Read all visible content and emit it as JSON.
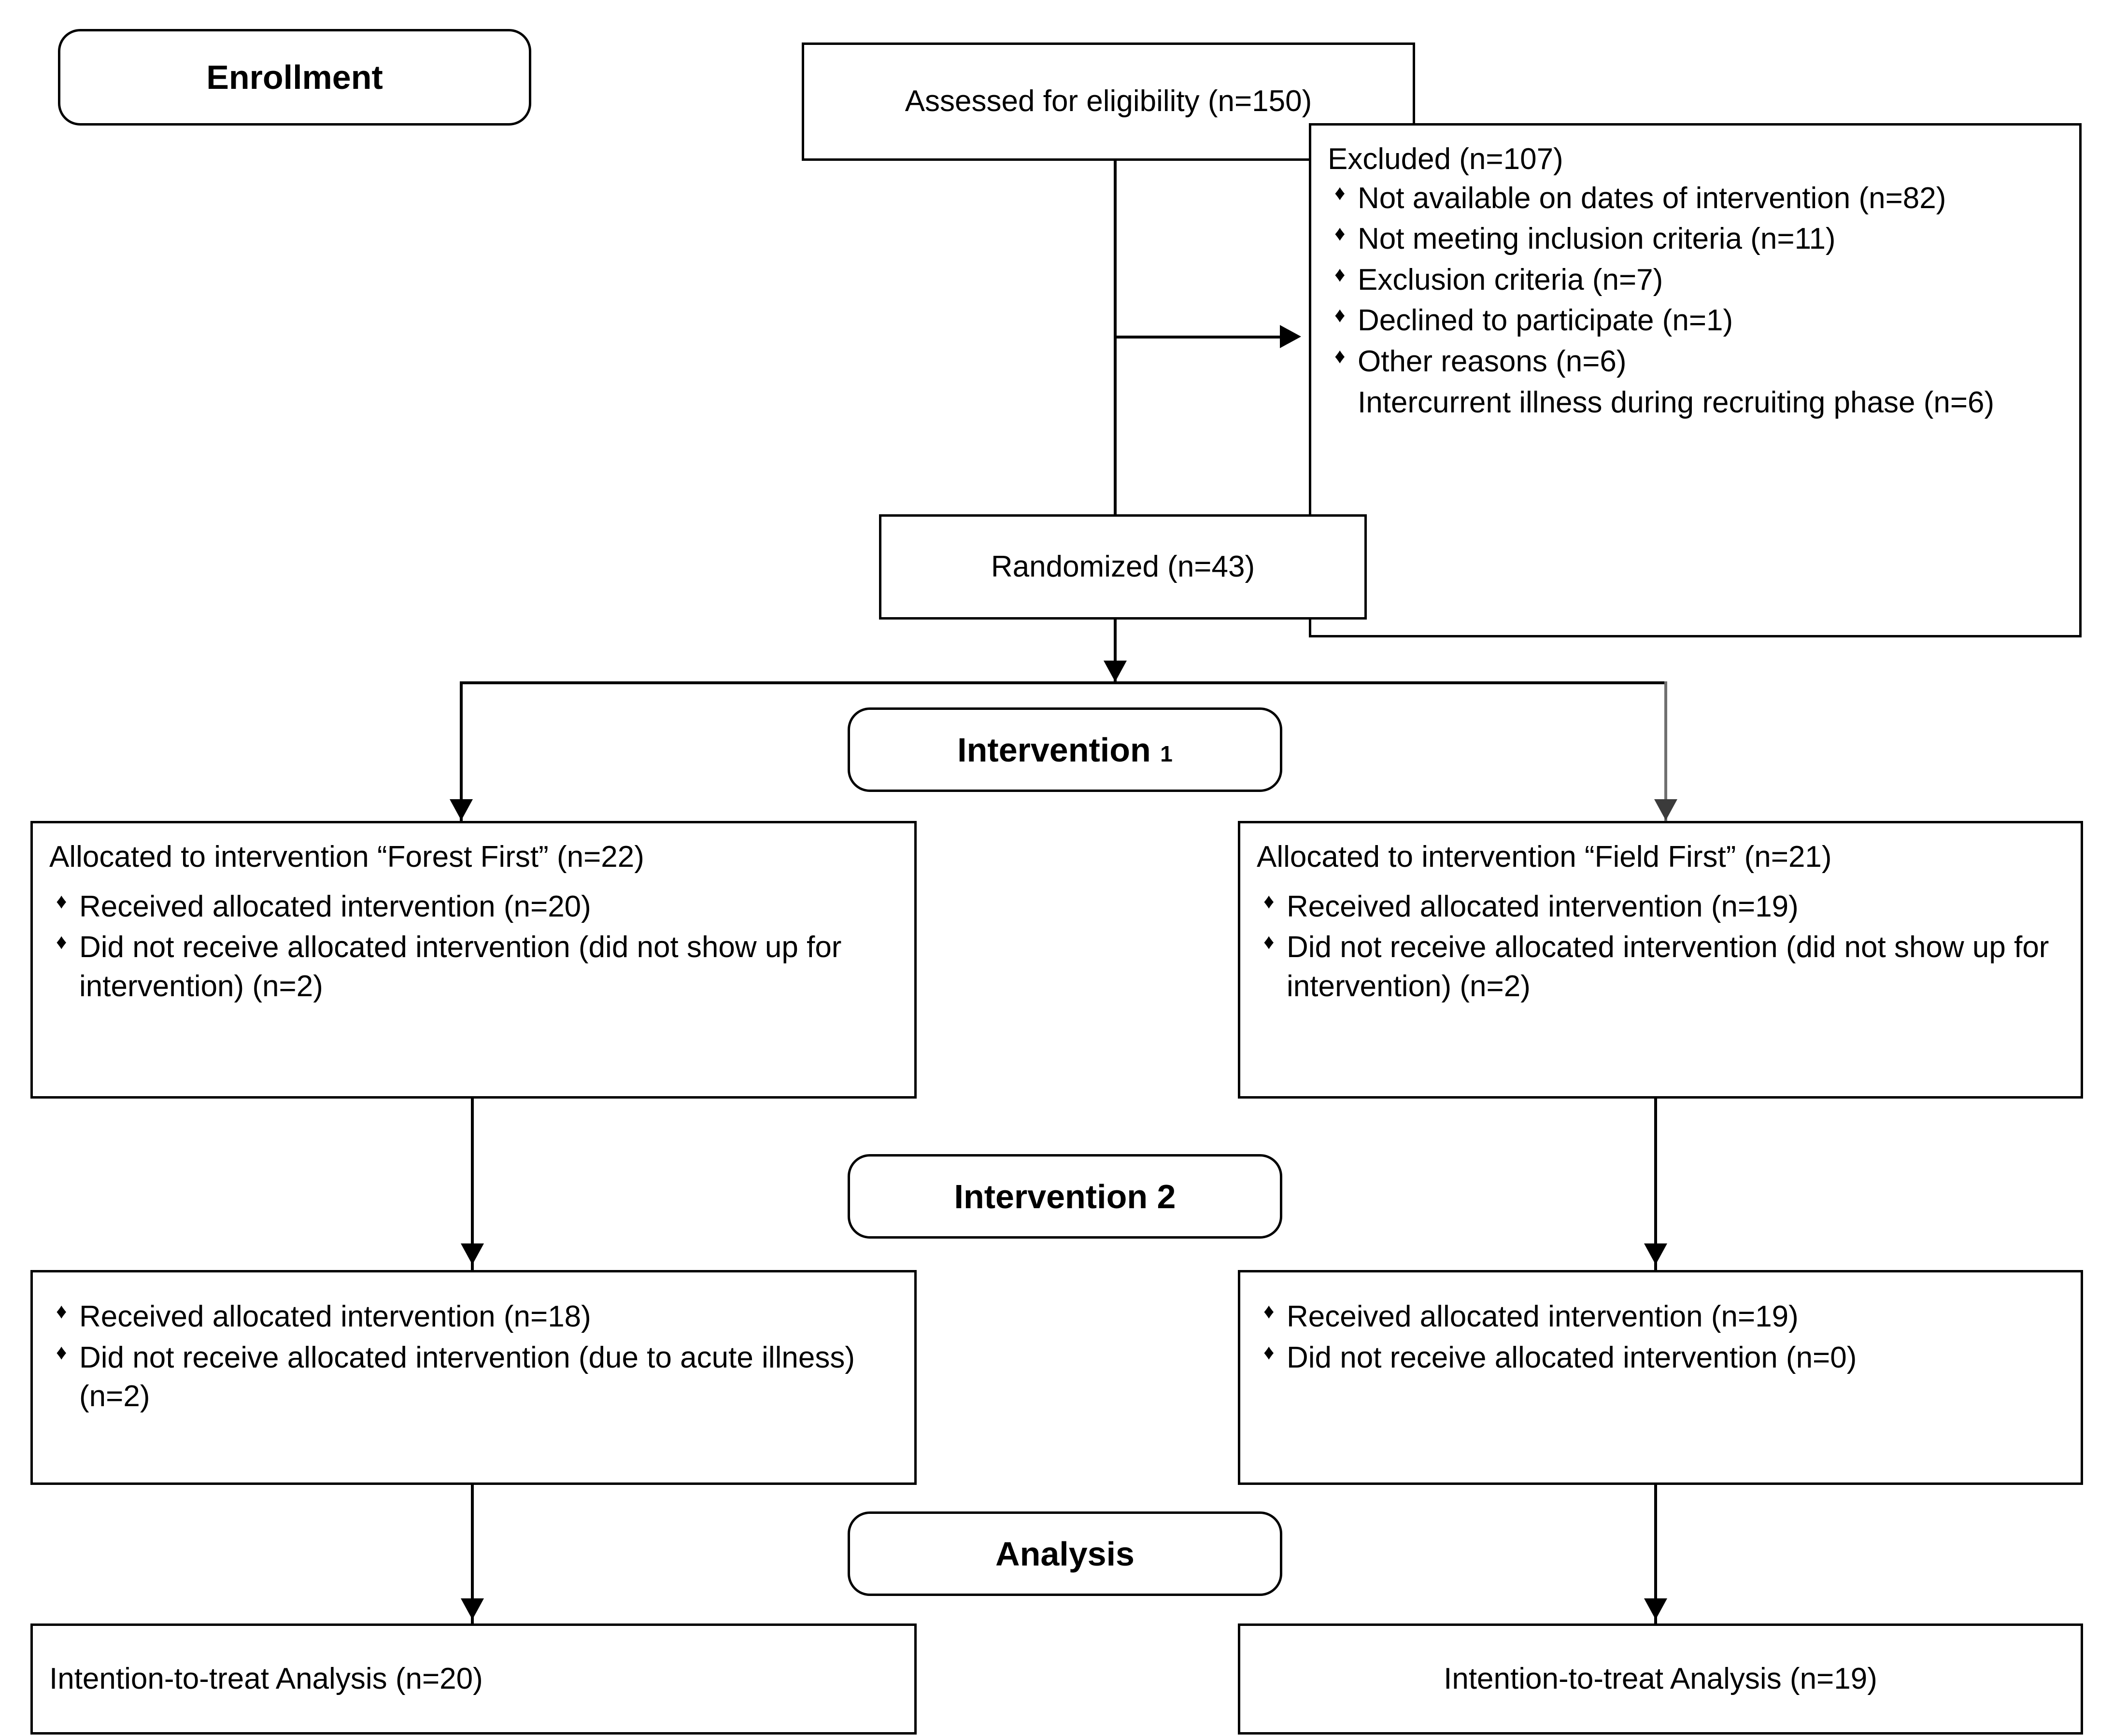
{
  "diagram": {
    "title": "CONSORT participant flow diagram",
    "stage_labels": {
      "enrollment": "Enrollment",
      "intervention_1": "Intervention",
      "intervention_1_num": "1",
      "intervention_2": "Intervention",
      "intervention_2_num": "2",
      "analysis": "Analysis"
    },
    "bullet_glyph": "♦",
    "line_color": "#000000",
    "nodes": {
      "assessed": {
        "text": "Assessed for eligibility (n=150)"
      },
      "excluded": {
        "heading": "Excluded (n=107)",
        "items": [
          {
            "text": "Not available on dates of intervention (n=82)",
            "bullet": true
          },
          {
            "text": "Not meeting inclusion criteria (n=11)",
            "bullet": true
          },
          {
            "text": "Exclusion criteria (n=7)",
            "bullet": true
          },
          {
            "text": "Declined to participate (n=1)",
            "bullet": true
          },
          {
            "text": "Other reasons (n=6)",
            "bullet": true
          },
          {
            "text": "Intercurrent illness during recruiting phase (n=6)",
            "bullet": false
          }
        ]
      },
      "randomized": {
        "text": "Randomized (n=43)"
      },
      "alloc_left": {
        "heading": "Allocated to intervention “Forest First” (n=22)",
        "items": [
          {
            "text": "Received allocated intervention (n=20)",
            "bullet": true
          },
          {
            "text": "Did not receive allocated intervention (did not show up for intervention) (n=2)",
            "bullet": true
          }
        ]
      },
      "alloc_right": {
        "heading": "Allocated to intervention “Field First” (n=21)",
        "items": [
          {
            "text": "Received allocated intervention (n=19)",
            "bullet": true
          },
          {
            "text": "Did not receive allocated intervention (did not show up for intervention) (n=2)",
            "bullet": true
          }
        ]
      },
      "int2_left": {
        "items": [
          {
            "text": "Received allocated intervention (n=18)",
            "bullet": true
          },
          {
            "text": "Did not receive allocated intervention (due to acute illness) (n=2)",
            "bullet": true
          }
        ]
      },
      "int2_right": {
        "items": [
          {
            "text": "Received allocated intervention (n=19)",
            "bullet": true
          },
          {
            "text": "Did not receive allocated intervention (n=0)",
            "bullet": true
          }
        ]
      },
      "itt_left": {
        "text": "Intention-to-treat Analysis (n=20)"
      },
      "itt_right": {
        "text": "Intention-to-treat Analysis (n=19)"
      }
    }
  }
}
